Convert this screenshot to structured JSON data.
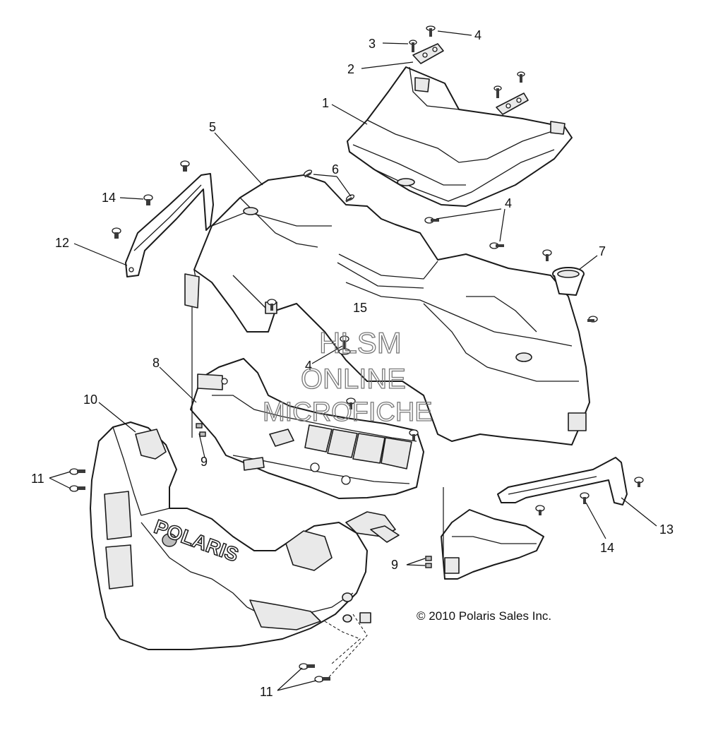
{
  "callouts": [
    {
      "id": "c1",
      "label": "1"
    },
    {
      "id": "c2",
      "label": "2"
    },
    {
      "id": "c3",
      "label": "3"
    },
    {
      "id": "c4a",
      "label": "4"
    },
    {
      "id": "c4b",
      "label": "4"
    },
    {
      "id": "c4c",
      "label": "4"
    },
    {
      "id": "c5",
      "label": "5"
    },
    {
      "id": "c6",
      "label": "6"
    },
    {
      "id": "c7",
      "label": "7"
    },
    {
      "id": "c8",
      "label": "8"
    },
    {
      "id": "c9a",
      "label": "9"
    },
    {
      "id": "c9b",
      "label": "9"
    },
    {
      "id": "c10",
      "label": "10"
    },
    {
      "id": "c11a",
      "label": "11"
    },
    {
      "id": "c11b",
      "label": "11"
    },
    {
      "id": "c12",
      "label": "12"
    },
    {
      "id": "c13",
      "label": "13"
    },
    {
      "id": "c14a",
      "label": "14"
    },
    {
      "id": "c14b",
      "label": "14"
    },
    {
      "id": "c15",
      "label": "15"
    }
  ],
  "copyright": "© 2010 Polaris Sales Inc.",
  "watermark": {
    "line1": "HLSM",
    "line2": "ONLINE",
    "line3": "MICROFICHE"
  },
  "logo_text": "POLARIS"
}
